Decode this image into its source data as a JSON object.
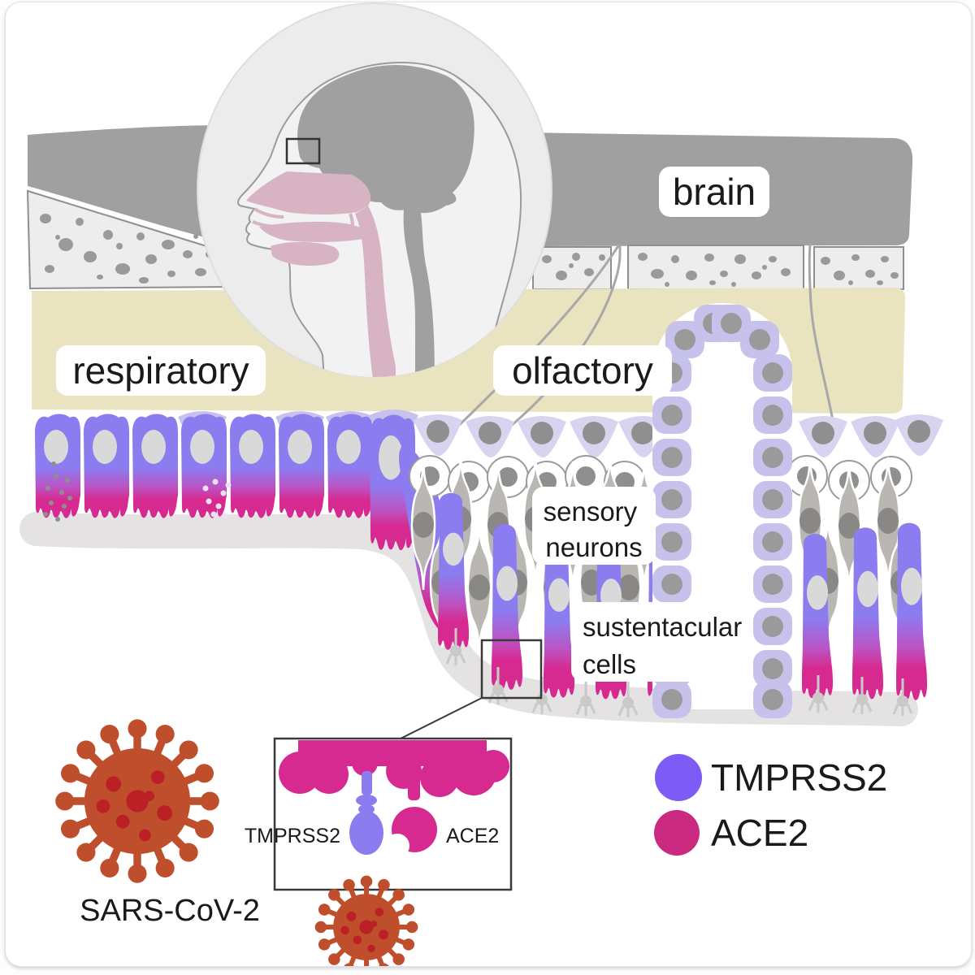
{
  "labels": {
    "brain": "brain",
    "respiratory": "respiratory",
    "olfactory": "olfactory",
    "sensory_line1": "sensory",
    "sensory_line2": "neurons",
    "sustentacular_line1": "sustentacular",
    "sustentacular_line2": "cells",
    "virus": "SARS-CoV-2"
  },
  "inset": {
    "tmprss2": "TMPRSS2",
    "ace2": "ACE2"
  },
  "legend": [
    {
      "label": "TMPRSS2",
      "color": "#7d5bf5"
    },
    {
      "label": "ACE2",
      "color": "#c9297f"
    }
  ],
  "colors": {
    "purple": "#8b7cf0",
    "magenta": "#d62a90",
    "mix": "#bb54c4",
    "lavender": "#c7c2ec",
    "lavender_light": "#d9d3f0",
    "tan": "#eae3c0",
    "brain_gray": "#a0a0a0",
    "bone": "#ededed",
    "bone_edge": "#8f8f8f",
    "speckle": "#9a9a9a",
    "neuron": "#bab7b3",
    "neuron_nucleus": "#8a8886",
    "nucleus_light": "#d9d9d9",
    "tri_nucleus": "#8f8f8f",
    "band": "#e4e2e2",
    "circle_bg": "#ececec",
    "face": "#f3f2f2",
    "pink": "#d8b3c3",
    "outline": "#9b9b9b",
    "virus": "#bf4e2c",
    "virus_dot": "#ba2025",
    "text": "#1a1a1a",
    "box_stroke": "#3a3a3a",
    "fiber": "#a8a8a8"
  }
}
